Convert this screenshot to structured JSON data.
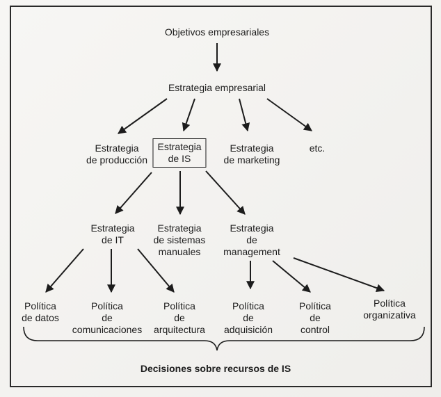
{
  "diagram": {
    "top": "Objetivos empresariales",
    "business_strategy": "Estrategia empresarial",
    "level2": {
      "production": "Estrategia\nde producción",
      "is": "Estrategia\nde IS",
      "marketing": "Estrategia\nde marketing",
      "etc": "etc."
    },
    "level3": {
      "it": "Estrategia\nde IT",
      "manual": "Estrategia\nde sistemas\nmanuales",
      "management": "Estrategia\nde\nmanagement"
    },
    "policies": {
      "data": "Política\nde datos",
      "comms": "Política\nde\ncomunicaciones",
      "arch": "Política\nde\narquitectura",
      "acq": "Política\nde\nadquisición",
      "control": "Política\nde\ncontrol",
      "org": "Política\norganizativa"
    },
    "decisions": "Decisiones sobre recursos de IS"
  }
}
